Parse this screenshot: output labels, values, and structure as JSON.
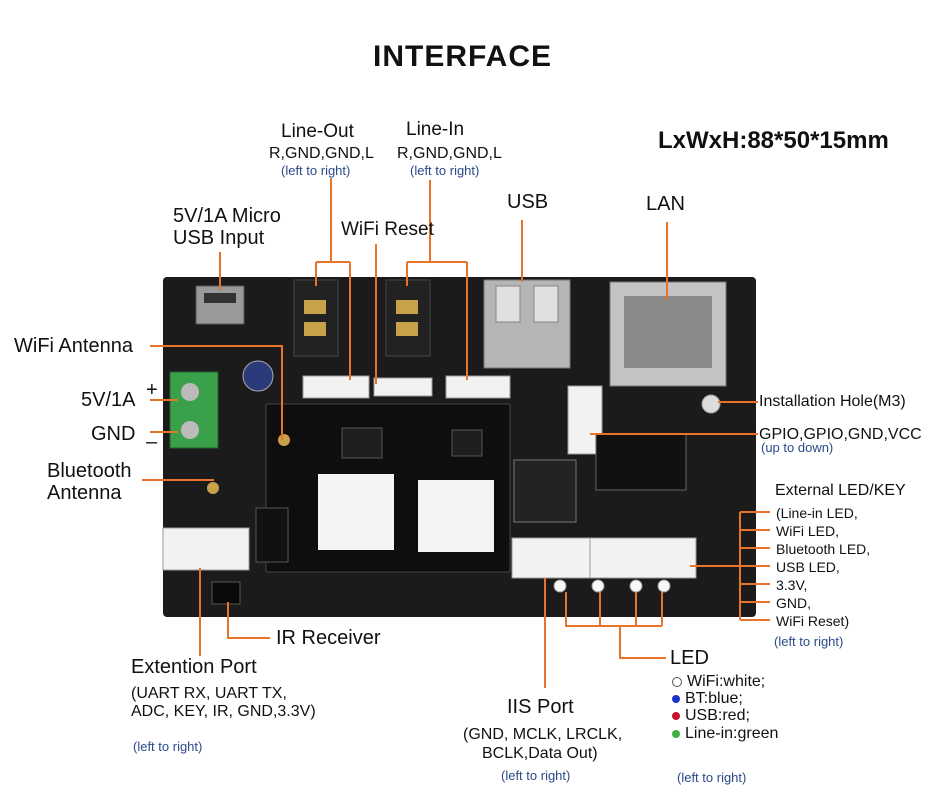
{
  "title": "INTERFACE",
  "dimensions": "LxWxH:88*50*15mm",
  "labels": {
    "line_out": "Line-Out",
    "line_out_pins": "R,GND,GND,L",
    "line_out_order": "(left to right)",
    "line_in": "Line-In",
    "line_in_pins": "R,GND,GND,L",
    "line_in_order": "(left to right)",
    "usb": "USB",
    "lan": "LAN",
    "power_usb_1": "5V/1A Micro",
    "power_usb_2": "USB Input",
    "wifi_reset": "WiFi Reset",
    "wifi_antenna": "WiFi Antenna",
    "v5": "5V/1A",
    "plus": "+",
    "gnd": "GND",
    "minus": "–",
    "bt_antenna_1": "Bluetooth",
    "bt_antenna_2": "Antenna",
    "install_hole": "Installation Hole(M3)",
    "gpio": "GPIO,GPIO,GND,VCC",
    "gpio_order": "(up to down)",
    "ext_led_key": "External LED/KEY",
    "ext_items": [
      "(Line-in LED,",
      "WiFi LED,",
      "Bluetooth LED,",
      "USB LED,",
      "3.3V,",
      "GND,",
      "WiFi Reset)"
    ],
    "ext_order": "(left to right)",
    "ir_receiver": "IR Receiver",
    "ext_port": "Extention Port",
    "ext_port_pins_1": "(UART RX,  UART TX,",
    "ext_port_pins_2": "ADC, KEY, IR, GND,3.3V)",
    "ext_port_order": "(left to right)",
    "iis_port": "IIS Port",
    "iis_pins_1": "(GND, MCLK, LRCLK,",
    "iis_pins_2": "BCLK,Data Out)",
    "iis_order": "(left to right)",
    "led": "LED",
    "led_items": [
      {
        "text": "WiFi:white;",
        "color": "#ffffff"
      },
      {
        "text": "BT:blue;",
        "color": "#1a2fd0"
      },
      {
        "text": "USB:red;",
        "color": "#c8102e"
      },
      {
        "text": "Line-in:green",
        "color": "#3cb043"
      }
    ],
    "led_order": "(left to right)"
  },
  "colors": {
    "leader_line": "#e8742a",
    "board": "#1b1b1b",
    "terminal": "#3aa14a",
    "note_text": "#2a4a8a"
  }
}
